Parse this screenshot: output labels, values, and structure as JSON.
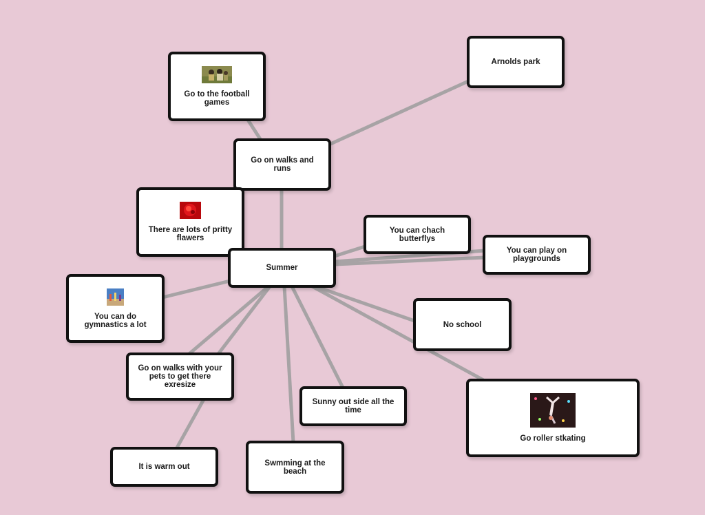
{
  "nodes": {
    "summer": {
      "label": "Summer"
    },
    "walks_runs": {
      "label": "Go on walks and runs"
    },
    "arnolds_park": {
      "label": "Arnolds park"
    },
    "football": {
      "label": "Go to the football games",
      "image": "football-players-photo"
    },
    "flowers": {
      "label": "There are lots of pritty flawers",
      "image": "red-flower-photo"
    },
    "butterflys": {
      "label": "You can chach butterflys"
    },
    "playgrounds": {
      "label": "You can play on playgrounds"
    },
    "gymnastics": {
      "label": "You can do gymnastics a lot",
      "image": "gymnastics-photo"
    },
    "no_school": {
      "label": "No school"
    },
    "pets": {
      "label": "Go on walks with your pets to get there exresize"
    },
    "sunny": {
      "label": "Sunny out side all the time"
    },
    "roller": {
      "label": "Go roller stkating",
      "image": "roller-skater-photo"
    },
    "warm": {
      "label": "It is warm out"
    },
    "beach": {
      "label": "Swmming at the beach"
    }
  },
  "colors": {
    "background": "#e8c9d6",
    "node_fill": "#ffffff",
    "node_border": "#111111",
    "link": "#a7a3a5"
  }
}
